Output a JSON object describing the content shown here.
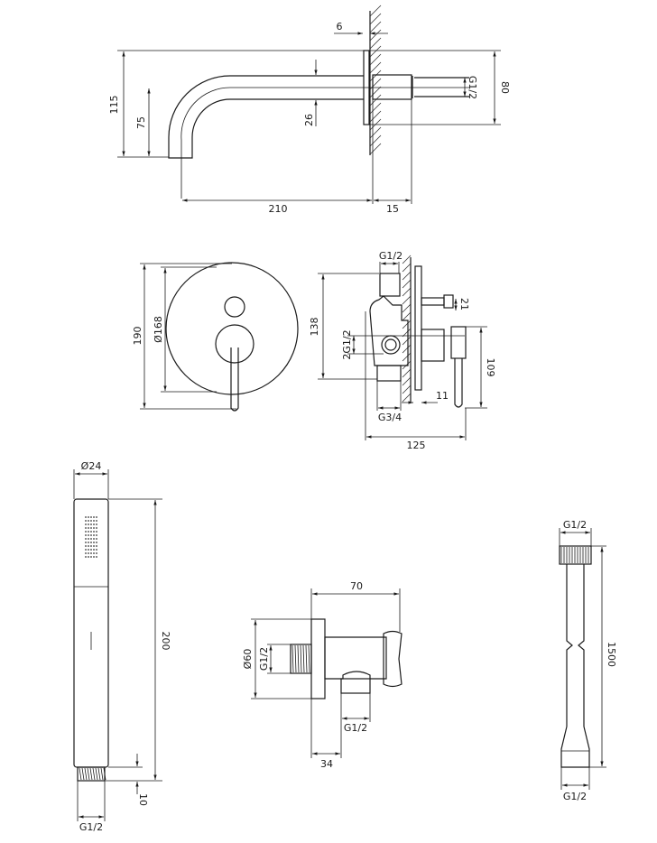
{
  "spout": {
    "d_6": "6",
    "d_115": "115",
    "d_75": "75",
    "d_26": "26",
    "d_210": "210",
    "d_15": "15",
    "thread": "G1/2",
    "d_80": "80"
  },
  "mixer_front": {
    "d_190": "190",
    "d_168": "Ø168"
  },
  "mixer_side": {
    "inlet_top": "G1/2",
    "d_138": "138",
    "outlet": "2G1/2",
    "d_21": "21",
    "d_109": "109",
    "d_11": "11",
    "inlet_bottom": "G3/4",
    "d_125": "125"
  },
  "hand_shower": {
    "d_24": "Ø24",
    "d_200": "200",
    "d_10": "10",
    "thread": "G1/2"
  },
  "wall_elbow": {
    "d_70": "70",
    "d_60": "Ø60",
    "thread_side": "G1/2",
    "thread_bottom": "G1/2",
    "d_34": "34"
  },
  "hose": {
    "thread_top": "G1/2",
    "d_1500": "1500",
    "thread_bottom": "G1/2"
  }
}
